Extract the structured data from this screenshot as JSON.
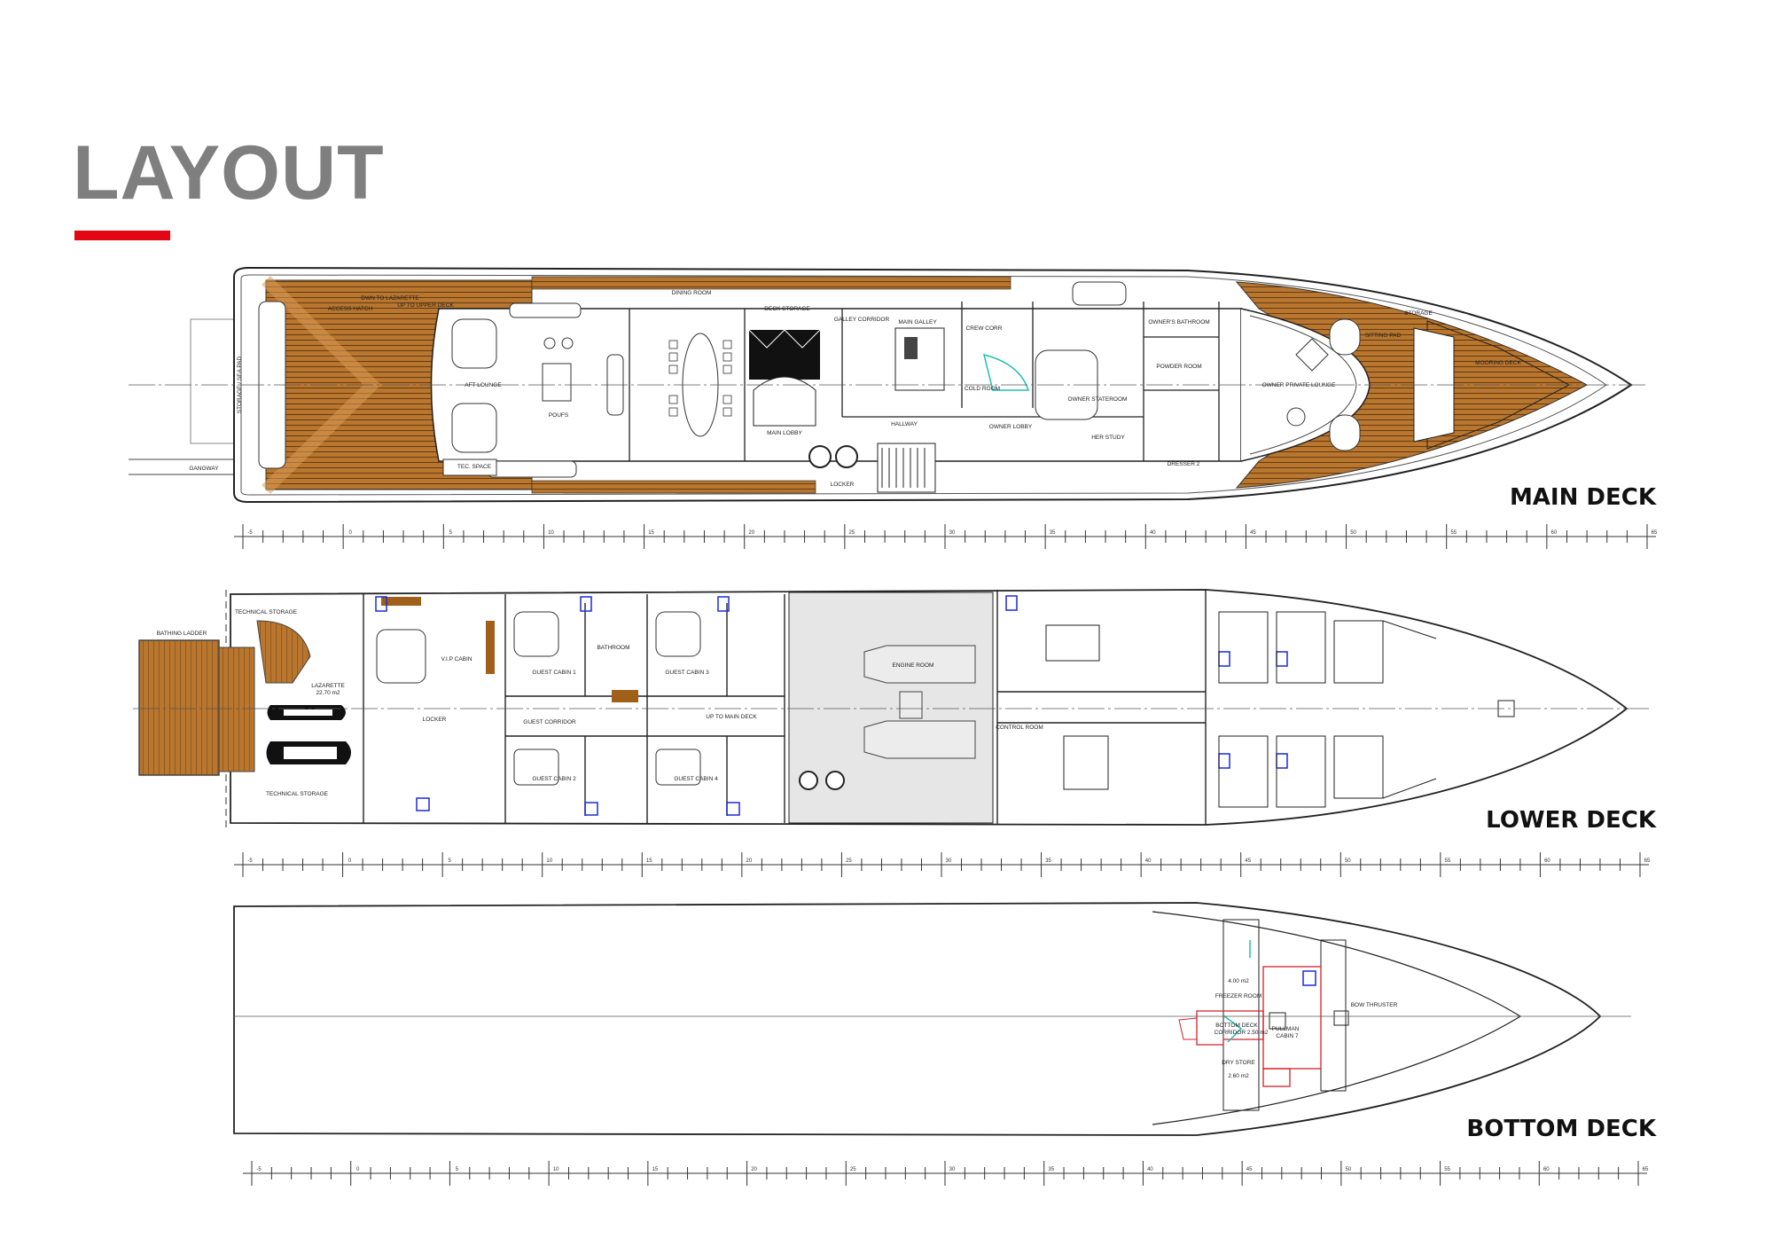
{
  "page": {
    "title": "LAYOUT",
    "accent_color": "#e30613",
    "title_color": "#7f7f7f"
  },
  "decks": {
    "main": {
      "label": "MAIN DECK",
      "rooms": [
        "AFT LOUNGE",
        "DINING ROOM",
        "MAIN GALLEY",
        "HALLWAY",
        "MAIN LOBBY",
        "CREW CORR",
        "OWNER STATEROOM",
        "OWNER LOBBY",
        "HER STUDY",
        "OWNER'S BATHROOM",
        "OWNER PRIVATE LOUNGE",
        "DRESSER 2",
        "MOORING DECK",
        "TEC. SPACE",
        "DECK STORAGE",
        "STORAGE",
        "SITTING PAD",
        "ACCESS HATCH",
        "DWN TO LAZARETTE",
        "UP TO UPPER DECK",
        "GALLEY CORRIDOR",
        "POWDER ROOM",
        "COLD ROOM",
        "LOCKER",
        "GANGWAY",
        "STORAGE / SEA PAD",
        "POUFS"
      ]
    },
    "lower": {
      "label": "LOWER DECK",
      "rooms": [
        "TECHNICAL STORAGE",
        "LAZARETTE",
        "22.70 m2",
        "V.I.P CABIN",
        "GUEST CABIN 1",
        "GUEST CABIN 3",
        "GUEST CABIN 2",
        "GUEST CABIN 4",
        "BATHROOM",
        "GUEST CORRIDOR",
        "UP TO MAIN DECK",
        "ENGINE ROOM",
        "CONTROL ROOM",
        "TECHNICAL STORAGE",
        "LOCKER",
        "BATHING LADDER"
      ]
    },
    "bottom": {
      "label": "BOTTOM DECK",
      "rooms": [
        "4.00 m2",
        "FREEZER ROOM",
        "BOTTOM DECK",
        "CORRIDOR 2.50 m2",
        "DRY STORE",
        "2.60 m2",
        "PULLMAN",
        "CABIN 7",
        "BOW THRUSTER"
      ]
    }
  },
  "ruler": {
    "labels": [
      "-5",
      "0",
      "5",
      "10",
      "15",
      "20",
      "25",
      "30",
      "35",
      "40",
      "45",
      "50",
      "55",
      "60",
      "65"
    ]
  },
  "colors": {
    "teak": "#b8762e",
    "teak_dark": "#8a5218",
    "engine_room": "#e6e6e6",
    "fixture_blue": "#1a2bd6",
    "bottom_red": "#d0202a",
    "stair_cyan": "#20c0b0"
  }
}
